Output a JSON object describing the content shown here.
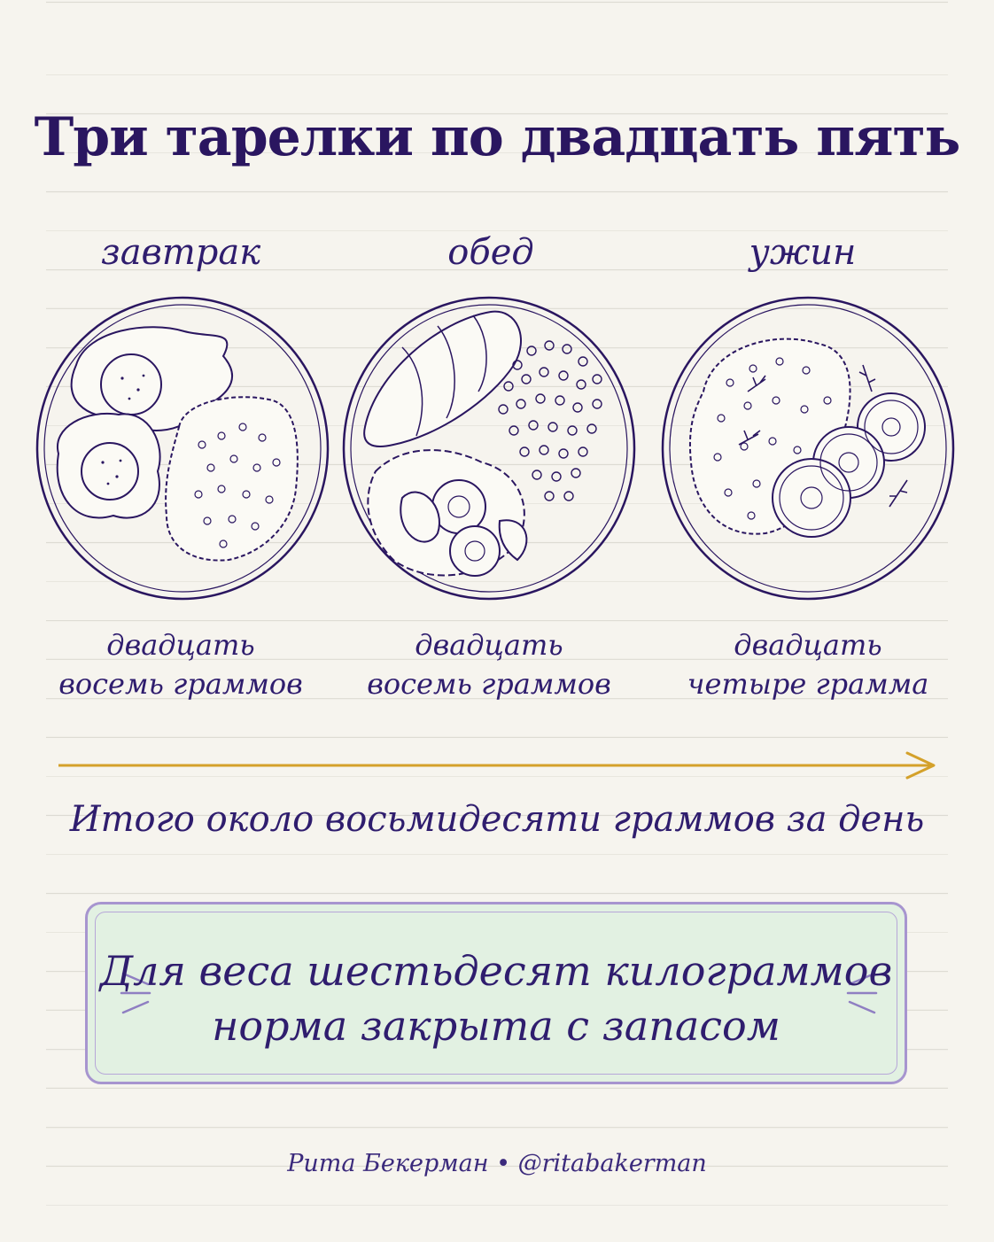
{
  "title": "Три тарелки по двадцать пять",
  "meals": [
    {
      "label": "завтрак",
      "grams_line1": "двадцать",
      "grams_line2": "восемь граммов"
    },
    {
      "label": "обед",
      "grams_line1": "двадцать",
      "grams_line2": "восемь граммов"
    },
    {
      "label": "ужин",
      "grams_line1": "двадцать",
      "grams_line2": "четыре грамма"
    }
  ],
  "total": "Итого около восьмидесяти граммов за день",
  "callout": {
    "line1": "Для веса шестьдесят килограммов",
    "line2": "норма закрыта с запасом"
  },
  "footer": "Рита Бекерман • @ritabakerman",
  "colors": {
    "ink": "#2a1660",
    "arrow": "#d4a12a",
    "callout_bg": "#e2f1e2",
    "callout_border": "#a795cf",
    "paper": "#f6f4ee"
  },
  "icons": [
    "plate-breakfast-eggs-rice-icon",
    "plate-lunch-chicken-lentils-salad-icon",
    "plate-dinner-rice-cucumber-dill-icon",
    "arrow-right-icon"
  ]
}
